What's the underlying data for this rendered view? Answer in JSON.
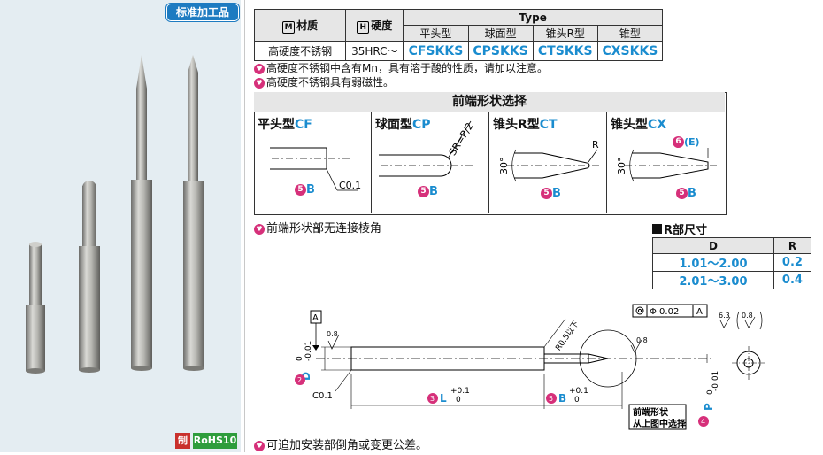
{
  "badges": {
    "standard": "标准加工品",
    "zhi": "制",
    "rohs": "RoHS10"
  },
  "spec_table": {
    "material_header": "材质",
    "material_mark": "M",
    "hardness_header": "硬度",
    "hardness_mark": "H",
    "type_header": "Type",
    "type_columns": [
      "平头型",
      "球面型",
      "锥头R型",
      "锥型"
    ],
    "row": {
      "material": "高硬度不锈钢",
      "hardness": "35HRC～",
      "codes": [
        "CFSKKS",
        "CPSKKS",
        "CTSKKS",
        "CXSKKS"
      ]
    }
  },
  "notes": [
    "高硬度不锈钢中含有Mn，具有溶于酸的性质，请加以注意。",
    "高硬度不锈钢具有弱磁性。"
  ],
  "shape_select": {
    "title": "前端形状选择",
    "shapes": [
      {
        "name": "平头型",
        "code": "CF"
      },
      {
        "name": "球面型",
        "code": "CP"
      },
      {
        "name": "锥头R型",
        "code": "CT"
      },
      {
        "name": "锥头型",
        "code": "CX"
      }
    ],
    "labels": {
      "b": "B",
      "c01": "C0.1",
      "sr": "SR=P/2",
      "r": "R",
      "angle": "30°",
      "e": "(E)",
      "five": "5",
      "six": "6"
    }
  },
  "shape_note": "前端形状部无连接棱角",
  "r_table": {
    "title": "R部尺寸",
    "headers": [
      "D",
      "R"
    ],
    "rows": [
      [
        "1.01～2.00",
        "0.2"
      ],
      [
        "2.01～3.00",
        "0.4"
      ]
    ]
  },
  "drawing": {
    "datum": "A",
    "tol_d_upper": "0",
    "tol_d_lower": "-0.01",
    "d_label": "D",
    "d_num": "2",
    "l_label": "L",
    "l_num": "3",
    "b_label": "B",
    "b_num": "5",
    "p_label": "P",
    "p_num": "4",
    "tol_plus": "+0.1",
    "tol_zero": "0",
    "c01": "C0.1",
    "r05": "R0.5以下",
    "rough1": "0.8",
    "rough2": "6.3",
    "concentricity": "Φ 0.02",
    "front_shape": "前端形状",
    "front_shape_sub": "从上图中选择"
  },
  "bottom_note": "可追加安装部倒角或变更公差。"
}
